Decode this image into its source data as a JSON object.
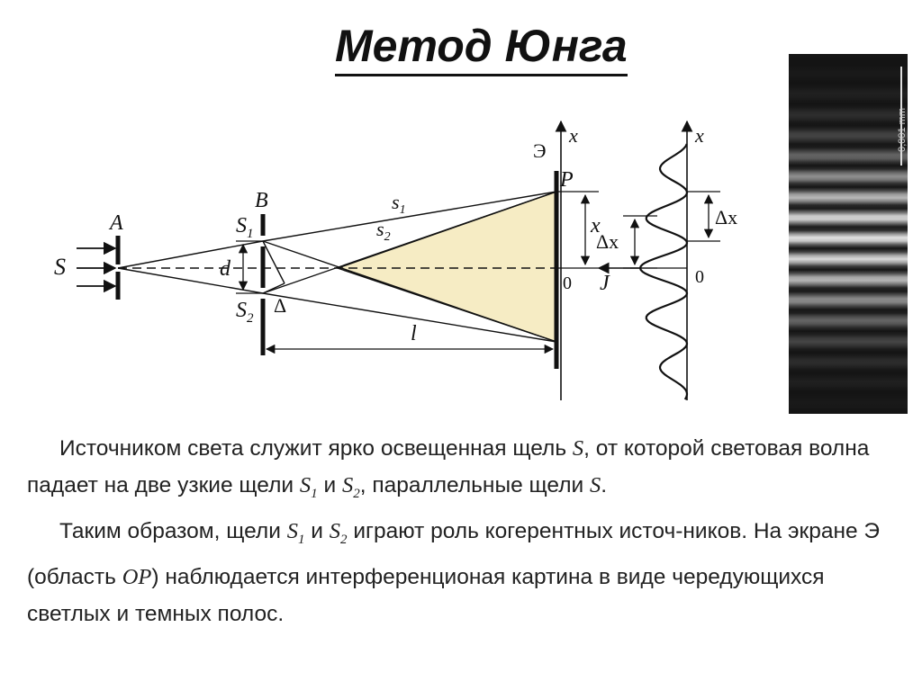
{
  "title": "Метод Юнга",
  "diagram": {
    "source_label": "S",
    "aperture_label": "A",
    "slit_plate_label": "B",
    "slit1_label": "S",
    "slit1_sub": "1",
    "slit2_label": "S",
    "slit2_sub": "2",
    "slit_distance_label": "d",
    "path_diff_label": "Δ",
    "ray1_label": "s",
    "ray1_sub": "1",
    "ray2_label": "s",
    "ray2_sub": "2",
    "length_label": "l",
    "screen_label": "Э",
    "point_label": "P",
    "x_label": "x",
    "axis_x_label": "x",
    "origin_label": "0",
    "intensity_label": "J",
    "delta_x_left": "Δx",
    "graph_axis_label": "x",
    "graph_origin": "0",
    "delta_x_right": "Δx"
  },
  "photo": {
    "scale_label": "0,001 mm"
  },
  "text": {
    "p1_a": "Источником света служит ярко освещенная щель ",
    "p1_S": "S",
    "p1_b": ",  от которой световая волна падает на две узкие щели ",
    "p1_S1": "S",
    "p1_S1_sub": "1",
    "p1_c": " и ",
    "p1_S2": "S",
    "p1_S2_sub": "2",
    "p1_d": ", параллельные щели ",
    "p1_S3": "S",
    "p1_e": ".",
    "p2_a": "Таким образом, щели ",
    "p2_S1": "S",
    "p2_S1_sub": "1",
    "p2_b": " и ",
    "p2_S2": "S",
    "p2_S2_sub": "2",
    "p2_c": " играют роль когерентных источ-ников. На экране Э (область ",
    "p2_OP": "OP",
    "p2_d": ") наблюдается интерференционая картина в виде чередующихся светлых и темных полос."
  }
}
